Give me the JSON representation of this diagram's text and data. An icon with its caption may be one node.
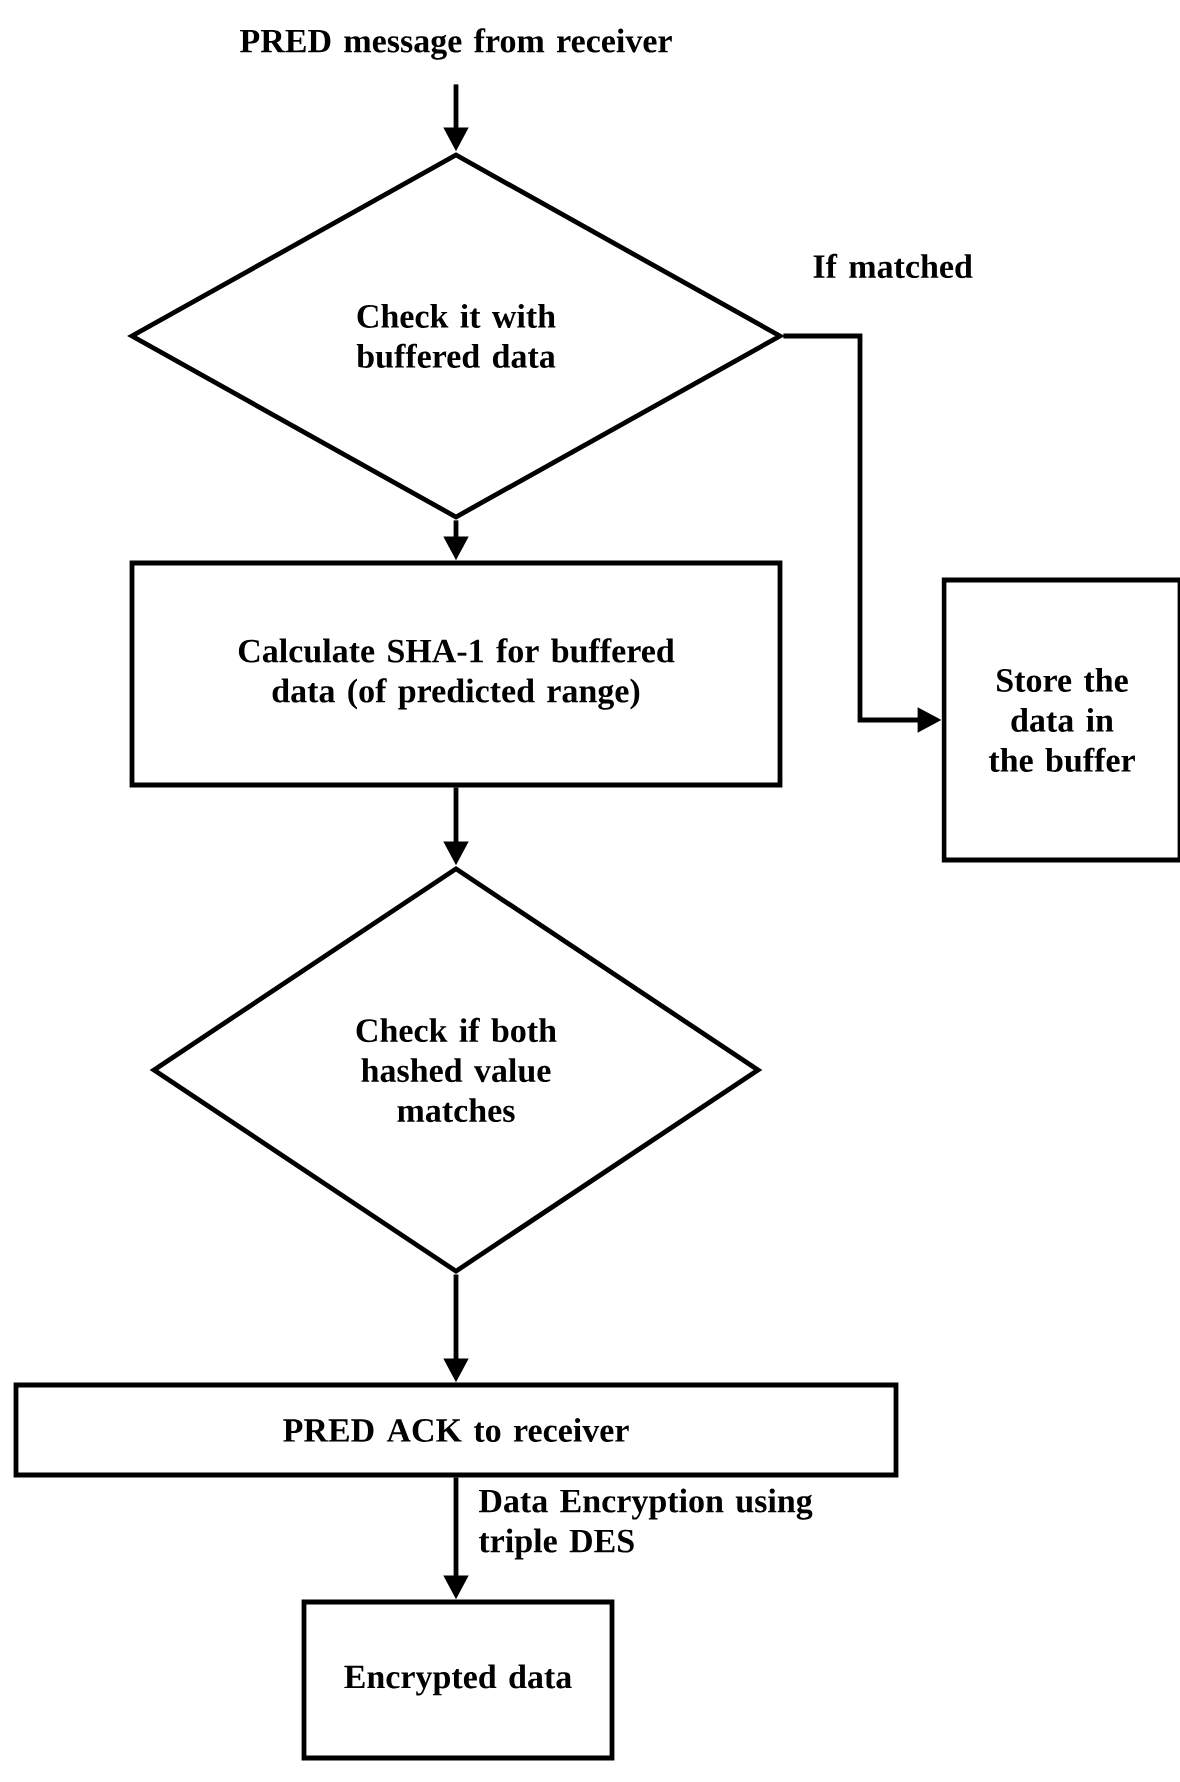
{
  "diagram": {
    "nodes": [
      {
        "text": [
          "PRED message from receiver"
        ]
      },
      {
        "text": [
          "Check it with buffered data"
        ]
      },
      {
        "text": [
          "Calculate SHA-1 for buffered data (of predicted range)"
        ]
      },
      {
        "text": [
          "Store the data in the buffer"
        ]
      },
      {
        "text": [
          "Check if both hashed value matches"
        ]
      },
      {
        "text": [
          "PRED ACK to receiver"
        ]
      },
      {
        "text": [
          "Encrypted data"
        ]
      }
    ],
    "edges": [
      {
        "from": 0,
        "to": 1,
        "arrow": "to"
      },
      {
        "from": 1,
        "to": 2,
        "arrow": "to"
      },
      {
        "from": 1,
        "to": 3,
        "arrow": "to",
        "label": "If matched"
      },
      {
        "from": 2,
        "to": 4,
        "arrow": "to"
      },
      {
        "from": 4,
        "to": 5,
        "arrow": "to"
      },
      {
        "from": 5,
        "to": 6,
        "arrow": "to",
        "label": "Data Encryption using triple DES"
      }
    ]
  }
}
